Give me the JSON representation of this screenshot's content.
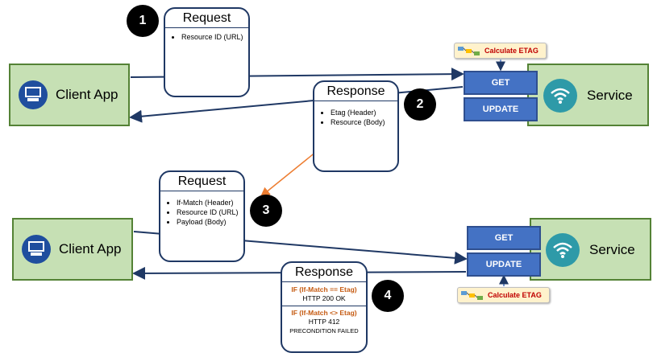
{
  "top": {
    "client": {
      "label": "Client App",
      "icon": "computer-icon"
    },
    "service": {
      "label": "Service",
      "icon": "wifi-icon",
      "methods": [
        "GET",
        "UPDATE"
      ]
    },
    "calc_etag": {
      "label": "Calculate ETAG",
      "icon": "workflow-icon"
    },
    "request": {
      "title": "Request",
      "items": [
        "Resource ID (URL)"
      ]
    },
    "response": {
      "title": "Response",
      "items": [
        "Etag (Header)",
        "Resource (Body)"
      ]
    }
  },
  "bottom": {
    "client": {
      "label": "Client App",
      "icon": "computer-icon"
    },
    "service": {
      "label": "Service",
      "icon": "wifi-icon",
      "methods": [
        "GET",
        "UPDATE"
      ]
    },
    "calc_etag": {
      "label": "Calculate ETAG",
      "icon": "workflow-icon"
    },
    "request": {
      "title": "Request",
      "items": [
        "If-Match (Header)",
        "Resource ID (URL)",
        "Payload (Body)"
      ]
    },
    "response": {
      "title": "Response",
      "success_condition": "IF (If-Match == Etag)",
      "success_result": "HTTP 200 OK",
      "fail_condition": "IF (If-Match <> Etag)",
      "fail_result": "HTTP 412",
      "fail_detail": "PRECONDITION FAILED"
    }
  },
  "steps": [
    "1",
    "2",
    "3",
    "4"
  ],
  "colors": {
    "box_fill": "#c6e0b4",
    "box_border": "#548235",
    "method_fill": "#4472c4",
    "arrow": "#1f3864",
    "etag_link": "#ed7d31",
    "condition_text": "#c55a11",
    "etag_label": "#c00000"
  }
}
